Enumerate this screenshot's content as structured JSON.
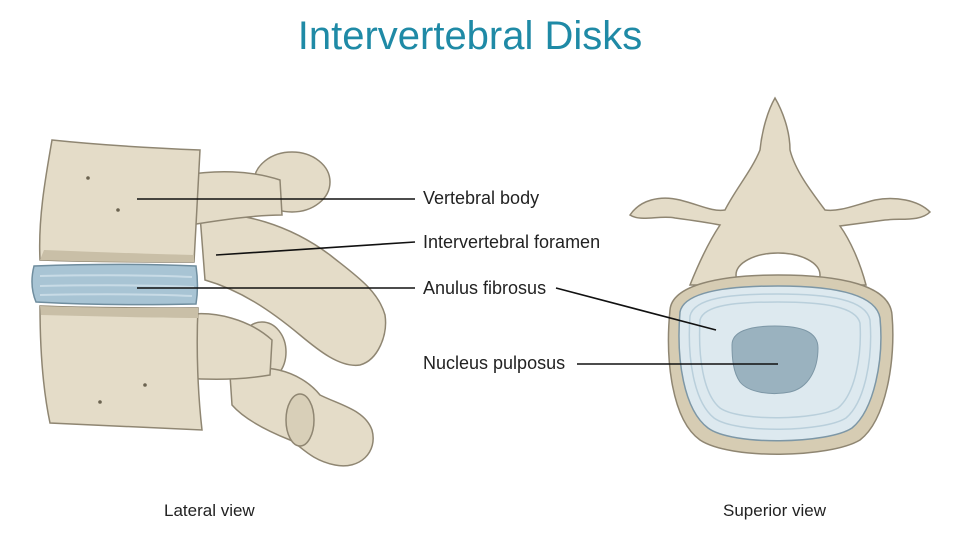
{
  "title": "Intervertebral Disks",
  "labels": {
    "vertebral_body": "Vertebral body",
    "intervertebral_foramen": "Intervertebral foramen",
    "anulus_fibrosus": "Anulus fibrosus",
    "nucleus_pulposus": "Nucleus pulposus"
  },
  "captions": {
    "lateral": "Lateral view",
    "superior": "Superior view"
  },
  "colors": {
    "title": "#1f8aa6",
    "bone": "#e4dcc8",
    "bone_shadow": "#c9bfa7",
    "bone_outline": "#8f8672",
    "disk": "#a8c4d4",
    "disk_light": "#dde9ef",
    "nucleus": "#9ab2bf",
    "leader_line": "#111111"
  }
}
